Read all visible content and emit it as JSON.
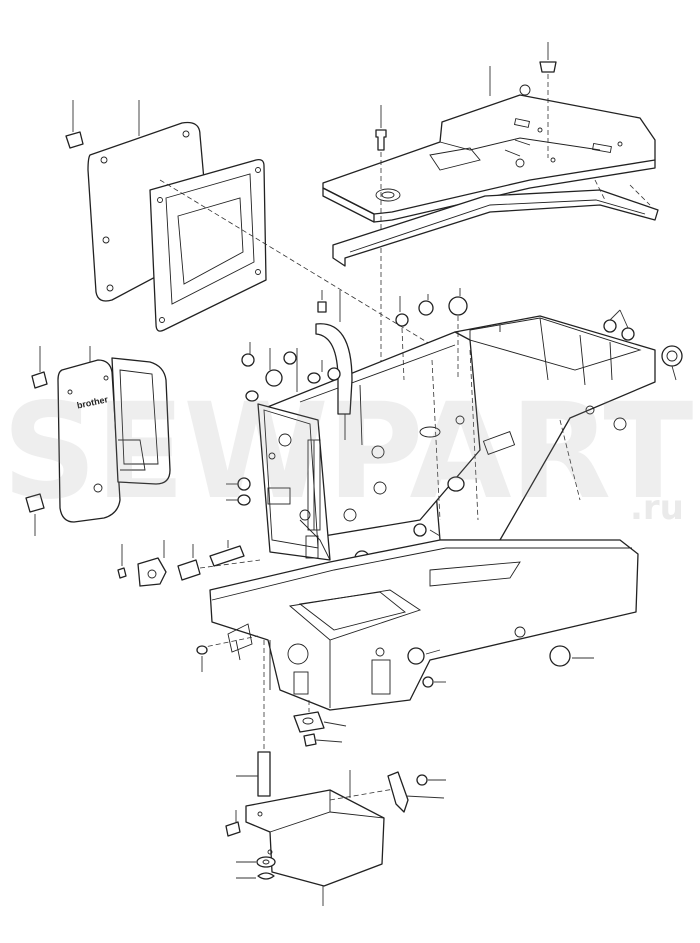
{
  "diagram": {
    "plate_label": "brother",
    "watermark": {
      "main": "SEWPARTS",
      "suffix": ".ru",
      "color": "#969696"
    }
  }
}
